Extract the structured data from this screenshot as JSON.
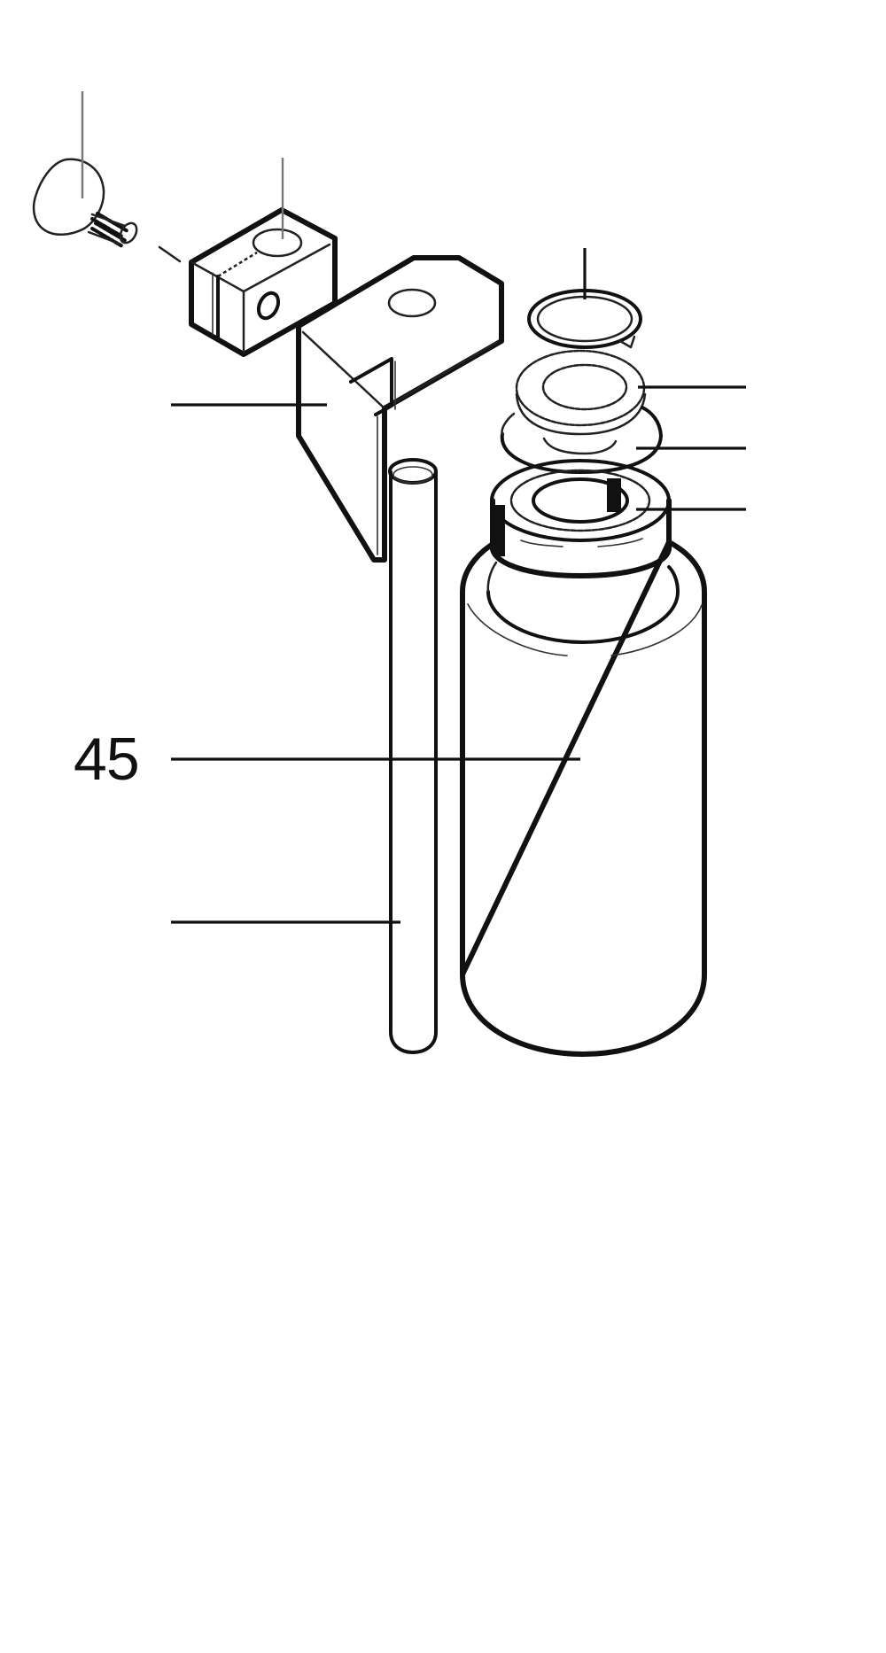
{
  "diagram": {
    "type": "exploded-parts-view",
    "description": "Exploded view of a roller / cylinder assembly with bearings, brackets, rod, and fasteners",
    "callout_labels": [
      {
        "id": "callout-45",
        "text": "45",
        "target": "cylinder-roller"
      }
    ],
    "unlabeled_callouts": [
      {
        "target": "thumb-screw",
        "leader": "vertical-top"
      },
      {
        "target": "clamp-block",
        "leader": "vertical-top"
      },
      {
        "target": "upper-bracket",
        "leader": "left"
      },
      {
        "target": "retaining-ring",
        "leader": "vertical-top"
      },
      {
        "target": "washer-top",
        "leader": "right"
      },
      {
        "target": "spacer-ring",
        "leader": "right"
      },
      {
        "target": "upper-bearing",
        "leader": "right"
      },
      {
        "target": "cap-screw-upper",
        "leader": "vertical-top"
      },
      {
        "target": "guide-rod",
        "leader": "left"
      },
      {
        "target": "eye-bolt",
        "leader": "vertical-bottom"
      },
      {
        "target": "dowel-pin",
        "leader": "left"
      },
      {
        "target": "lower-bearing",
        "leader": "right"
      },
      {
        "target": "lower-bracket",
        "leader": "left"
      },
      {
        "target": "washer-bottom",
        "leader": "left"
      },
      {
        "target": "cap-screw-lower",
        "leader": "vertical-bottom"
      }
    ],
    "colors": {
      "line": "#111111",
      "background": "#ffffff"
    }
  }
}
